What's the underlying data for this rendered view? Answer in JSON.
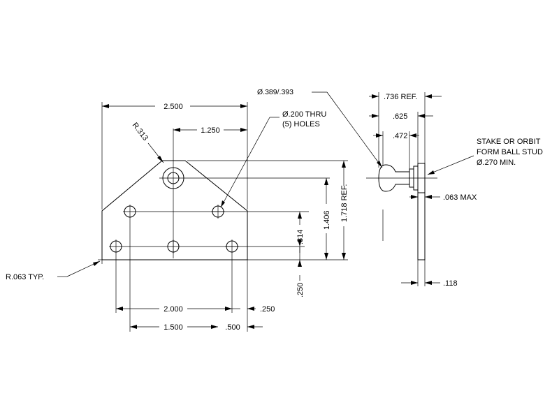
{
  "plate": {
    "dim_overall_width": "2.500",
    "dim_radius_top": "R.313",
    "dim_top_offset": "1.250",
    "dim_holes_note_line1": "Ø.200 THRU",
    "dim_holes_note_line2": "(5) HOLES",
    "dim_height_ref": "1.718 REF.",
    "dim_height_1406": "1.406",
    "dim_height_814": ".814",
    "dim_height_250": ".250",
    "dim_corner_radius": "R.063 TYP.",
    "dim_bottom_2000": "2.000",
    "dim_bottom_250": ".250",
    "dim_bottom_1500": "1.500",
    "dim_bottom_500": ".500"
  },
  "side_view": {
    "dim_ball_dia": "Ø.389/.393",
    "dim_736_ref": ".736 REF.",
    "dim_625": ".625",
    "dim_472": ".472",
    "note_line1": "STAKE OR ORBIT",
    "note_line2": "FORM BALL STUD",
    "note_line3": "Ø.270 MIN.",
    "dim_063_max": ".063 MAX",
    "dim_118": ".118"
  }
}
